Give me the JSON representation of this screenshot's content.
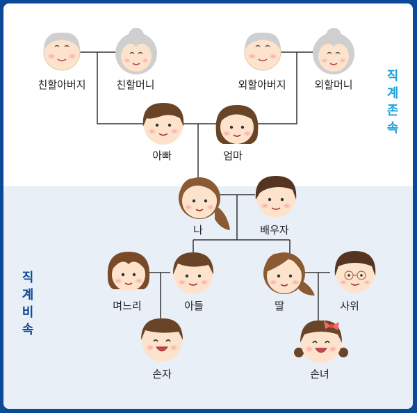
{
  "labels": {
    "paternal_grandfather": "친할아버지",
    "paternal_grandmother": "친할머니",
    "maternal_grandfather": "외할아버지",
    "maternal_grandmother": "외할머니",
    "father": "아빠",
    "mother": "엄마",
    "me": "나",
    "spouse": "배우자",
    "daughter_in_law": "며느리",
    "son": "아들",
    "daughter": "딸",
    "son_in_law": "사위",
    "grandson": "손자",
    "granddaughter": "손녀"
  },
  "sections": {
    "ascendants": [
      "직",
      "계",
      "존",
      "속"
    ],
    "descendants": [
      "직",
      "계",
      "비",
      "속"
    ]
  },
  "colors": {
    "border": "#0c4a97",
    "ascendant_text": "#1aa0dc",
    "descendant_text": "#0c4a97",
    "lower_band": "#e9eff6",
    "skin": "#fde2cc",
    "hair_brown": "#6a4426",
    "hair_gray": "#cfcfcf"
  }
}
